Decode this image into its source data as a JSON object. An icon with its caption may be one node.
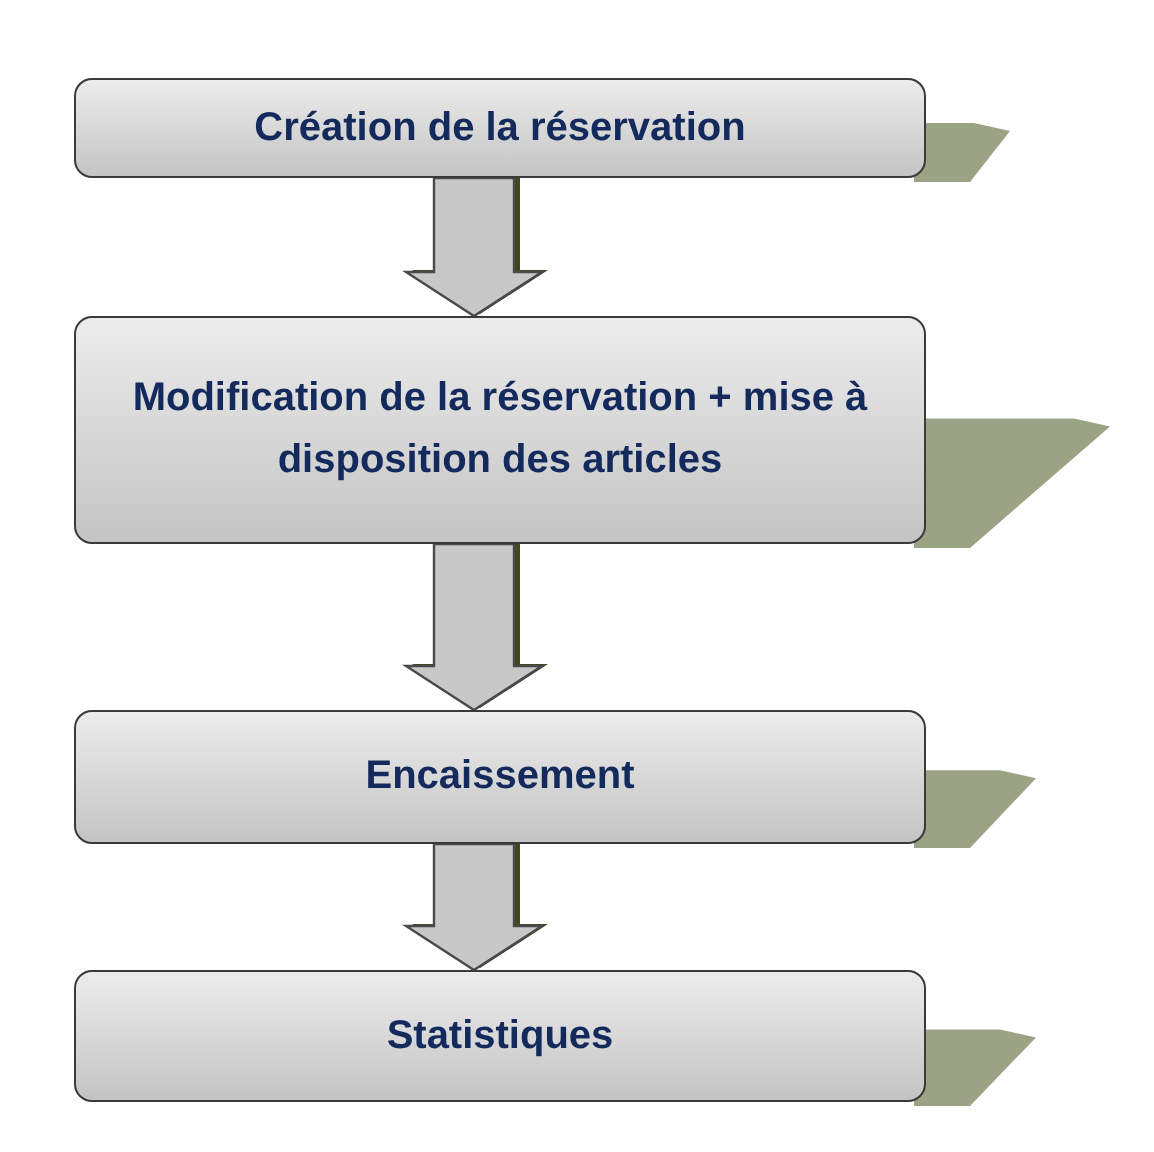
{
  "diagram": {
    "nodes": [
      {
        "text": [
          "Création de la réservation"
        ]
      },
      {
        "text": [
          "Modification de la réservation + mise à disposition des articles"
        ]
      },
      {
        "text": [
          "Encaissement"
        ]
      },
      {
        "text": [
          "Statistiques"
        ]
      }
    ],
    "edges": [
      {
        "from": 0,
        "to": 1,
        "arrow": "to"
      },
      {
        "from": 1,
        "to": 2,
        "arrow": "to"
      },
      {
        "from": 2,
        "to": 3,
        "arrow": "to"
      }
    ]
  }
}
